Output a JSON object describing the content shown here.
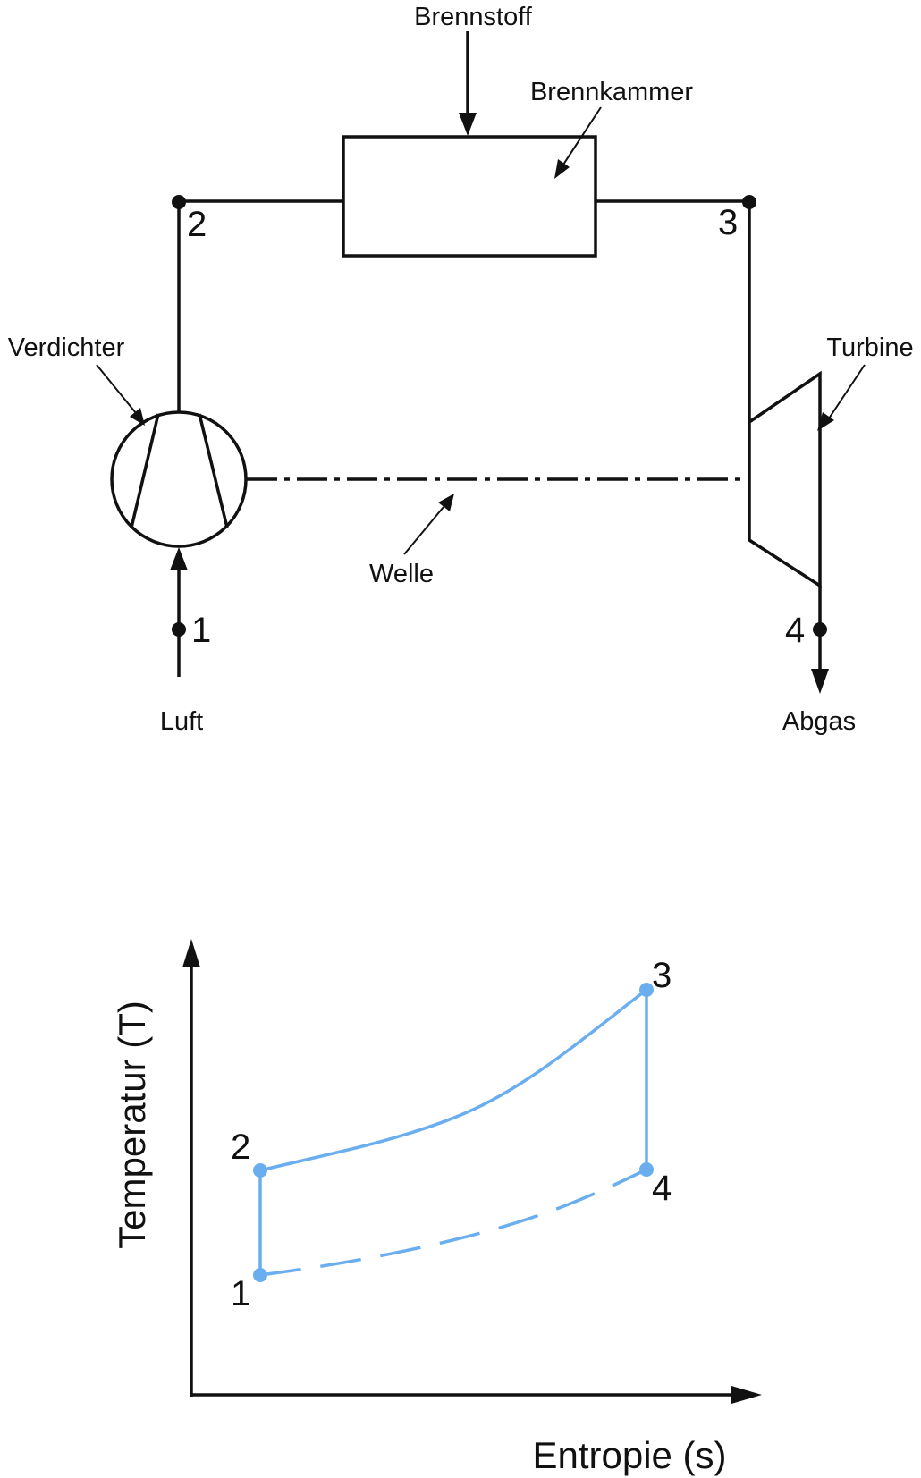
{
  "schematic": {
    "labels": {
      "fuel": "Brennstoff",
      "combustor": "Brennkammer",
      "compressor": "Verdichter",
      "turbine": "Turbine",
      "shaft": "Welle",
      "air": "Luft",
      "exhaust": "Abgas"
    },
    "points": [
      "1",
      "2",
      "3",
      "4"
    ]
  },
  "ts_diagram": {
    "xlabel": "Entropie (s)",
    "ylabel": "Temperatur (T)",
    "points": [
      "1",
      "2",
      "3",
      "4"
    ],
    "colors": {
      "cycle": "#6aaeef",
      "ink": "#111111"
    }
  }
}
